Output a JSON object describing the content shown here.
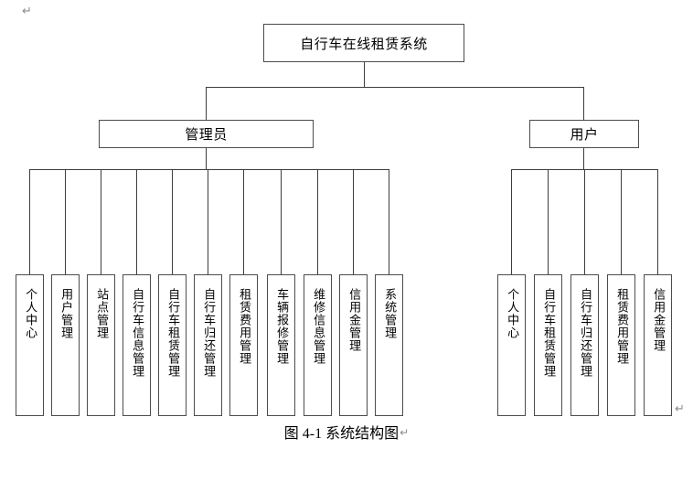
{
  "document": {
    "top_return_mark": "↵",
    "bottom_right_return_mark": "↵",
    "caption_text": "图 4-1  系统结构图",
    "caption_return_mark": "↵"
  },
  "diagram": {
    "type": "tree",
    "line_color": "#3d3d3d",
    "box_border_color": "#4c4c4c",
    "background_color": "#ffffff",
    "root": {
      "label": "自行车在线租赁系统"
    },
    "branches": [
      {
        "label": "管理员",
        "leaves": [
          {
            "label": "个人中心"
          },
          {
            "label": "用户管理"
          },
          {
            "label": "站点管理"
          },
          {
            "label": "自行车信息管理"
          },
          {
            "label": "自行车租赁管理"
          },
          {
            "label": "自行车归还管理"
          },
          {
            "label": "租赁费用管理"
          },
          {
            "label": "车辆报修管理"
          },
          {
            "label": "维修信息管理"
          },
          {
            "label": "信用金管理"
          },
          {
            "label": "系统管理"
          }
        ]
      },
      {
        "label": "用户",
        "leaves": [
          {
            "label": "个人中心"
          },
          {
            "label": "自行车租赁管理"
          },
          {
            "label": "自行车归还管理"
          },
          {
            "label": "租赁费用管理"
          },
          {
            "label": "信用金管理"
          }
        ]
      }
    ]
  }
}
